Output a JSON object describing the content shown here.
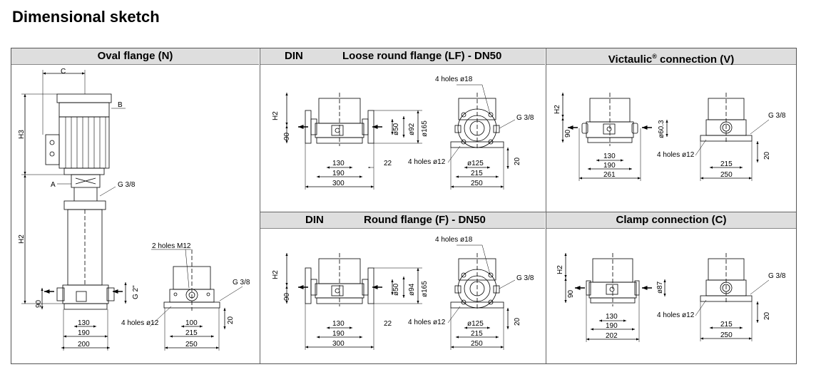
{
  "page_title": "Dimensional sketch",
  "panels": {
    "oval": {
      "title": "Oval flange (N)"
    },
    "loose": {
      "din": "DIN",
      "title": "Loose round flange (LF) - DN50"
    },
    "victaulic": {
      "title_pre": "Victaulic",
      "title_sup": "®",
      "title_post": " connection (V)"
    },
    "round": {
      "din": "DIN",
      "title": "Round flange (F) - DN50"
    },
    "clamp": {
      "title": "Clamp connection (C)"
    }
  },
  "labels": {
    "C": "C",
    "B": "B",
    "A": "A",
    "H3": "H3",
    "H2": "H2",
    "g38": "G 3/8",
    "g2": "G 2\"",
    "two_holes_m12": "2 holes M12",
    "four_holes_12": "4 holes ø12",
    "four_holes_18": "4 holes ø18",
    "d90": "90",
    "d130": "130",
    "d190": "190",
    "d200": "200",
    "d100": "100",
    "d215": "215",
    "d250": "250",
    "d20": "20",
    "d300": "300",
    "d22": "22",
    "d50": "ø50",
    "d92": "ø92",
    "d94": "ø94",
    "d165": "ø165",
    "d125": "ø125",
    "d603": "ø60.3",
    "d261": "261",
    "d87": "ø87",
    "d202": "202"
  }
}
